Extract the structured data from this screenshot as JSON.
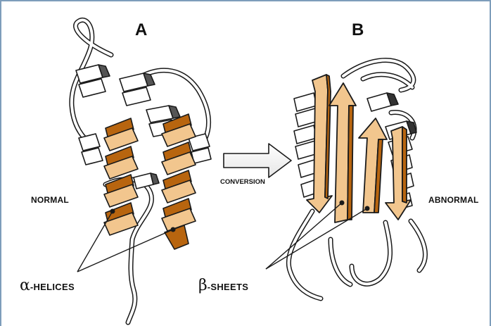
{
  "panels": {
    "a": {
      "letter": "A",
      "state": "NORMAL"
    },
    "b": {
      "letter": "B",
      "state": "ABNORMAL"
    }
  },
  "arrow": {
    "label": "CONVERSION"
  },
  "callouts": {
    "alpha": {
      "symbol": "α",
      "text": "-HELICES"
    },
    "beta": {
      "symbol": "β",
      "text": "-SHEETS"
    }
  },
  "colors": {
    "helix_front": "#f2c68e",
    "helix_back": "#b8650f",
    "sheet_fill": "#f2c68e",
    "loop": "#ffffff",
    "outline": "#1a1a1a",
    "frame": "#7e9dbb"
  }
}
